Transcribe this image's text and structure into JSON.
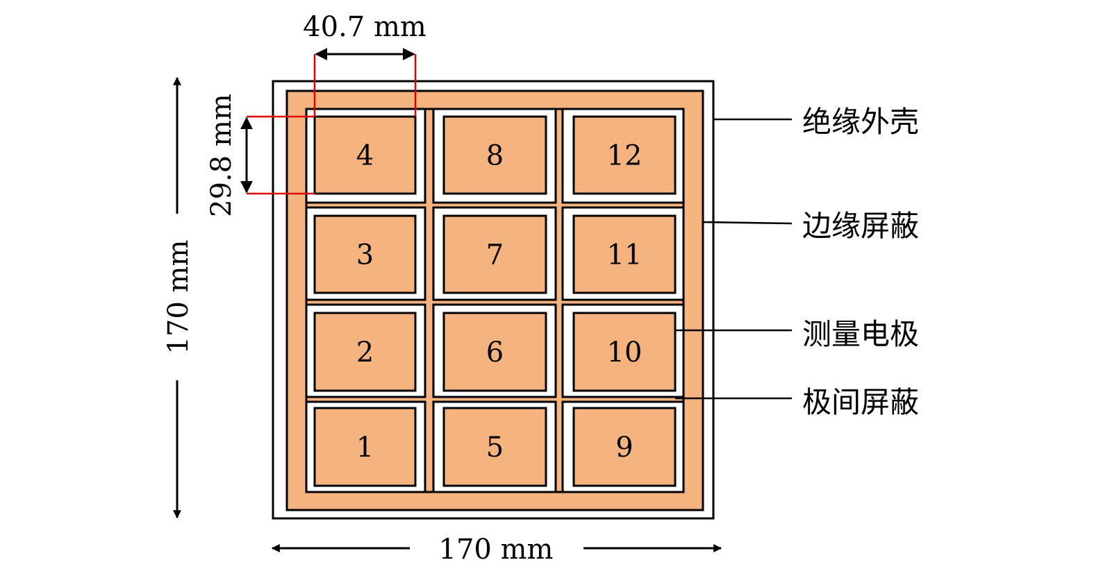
{
  "colors": {
    "copper": "#F5B47F",
    "outline": "#000000",
    "dimension_red": "#E00000"
  },
  "electrodes": [
    {
      "label": "4"
    },
    {
      "label": "8"
    },
    {
      "label": "12"
    },
    {
      "label": "3"
    },
    {
      "label": "7"
    },
    {
      "label": "11"
    },
    {
      "label": "2"
    },
    {
      "label": "6"
    },
    {
      "label": "10"
    },
    {
      "label": "1"
    },
    {
      "label": "5"
    },
    {
      "label": "9"
    }
  ],
  "dimensions": {
    "electrode_width": "40.7 mm",
    "electrode_height": "29.8 mm",
    "total_height": "170 mm",
    "total_width": "170 mm"
  },
  "callouts": {
    "insulating_shell": "绝缘外壳",
    "edge_shield": "边缘屏蔽",
    "measuring_electrode": "测量电极",
    "inter_electrode_shield": "极间屏蔽"
  }
}
